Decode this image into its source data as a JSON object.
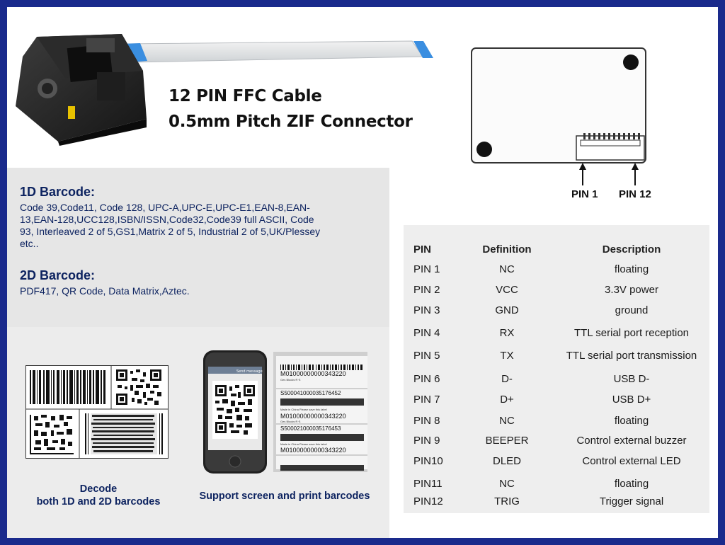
{
  "header": {
    "line1": "12 PIN FFC Cable",
    "line2": "0.5mm Pitch ZIF Connector"
  },
  "pcb": {
    "pin_first": "PIN 1",
    "pin_last": "PIN 12"
  },
  "barcodes": {
    "one_d_title": "1D Barcode:",
    "one_d_list": "Code 39,Code11, Code 128, UPC-A,UPC-E,UPC-E1,EAN-8,EAN-13,EAN-128,UCC128,ISBN/ISSN,Code32,Code39 full ASCII, Code 93, Interleaved 2 of 5,GS1,Matrix 2 of 5, Industrial 2 of 5,UK/Plessey etc..",
    "two_d_title": "2D Barcode:",
    "two_d_list": "PDF417, QR Code, Data Matrix,Aztec."
  },
  "captions": {
    "decode_line1": "Decode",
    "decode_line2": "both 1D and 2D barcodes",
    "support": "Support screen and print barcodes"
  },
  "labels": {
    "phone_header": "Send message",
    "row1_code": "M01000000000343220",
    "row1_sub": "Ges Blocks·R·S",
    "row2_code": "S500041000035176452",
    "row2_sub": "Made in China   Please save this label",
    "row3_code": "M01000000000343220",
    "row3_sub": "Ges Blocks·R·S",
    "row4_code": "S500021000035176453",
    "row4_sub": "Made in China   Please save this label",
    "row5_code": "M01000000000343220"
  },
  "pin_table": {
    "headers": [
      "PIN",
      "Definition",
      "Description"
    ],
    "rows": [
      [
        "PIN 1",
        "NC",
        "floating"
      ],
      [
        "PIN 2",
        "VCC",
        "3.3V power"
      ],
      [
        "PIN 3",
        "GND",
        "ground"
      ],
      [
        "PIN 4",
        "RX",
        "TTL  serial port  reception"
      ],
      [
        "PIN 5",
        "TX",
        "TTL  serial port  transmission"
      ],
      [
        "PIN 6",
        "D-",
        "USB D-"
      ],
      [
        "PIN 7",
        "D+",
        "USB D+"
      ],
      [
        "PIN 8",
        "NC",
        "floating"
      ],
      [
        "PIN 9",
        "BEEPER",
        "Control external buzzer"
      ],
      [
        "PIN10",
        "DLED",
        "Control external LED"
      ],
      [
        "PIN11",
        "NC",
        "floating"
      ],
      [
        "PIN12",
        "TRIG",
        "Trigger signal"
      ]
    ]
  },
  "colors": {
    "frame": "#1a2a8c",
    "text_navy": "#0d2360",
    "panel_gray": "#e6e6e6",
    "cable_blue": "#3a8ee0"
  }
}
